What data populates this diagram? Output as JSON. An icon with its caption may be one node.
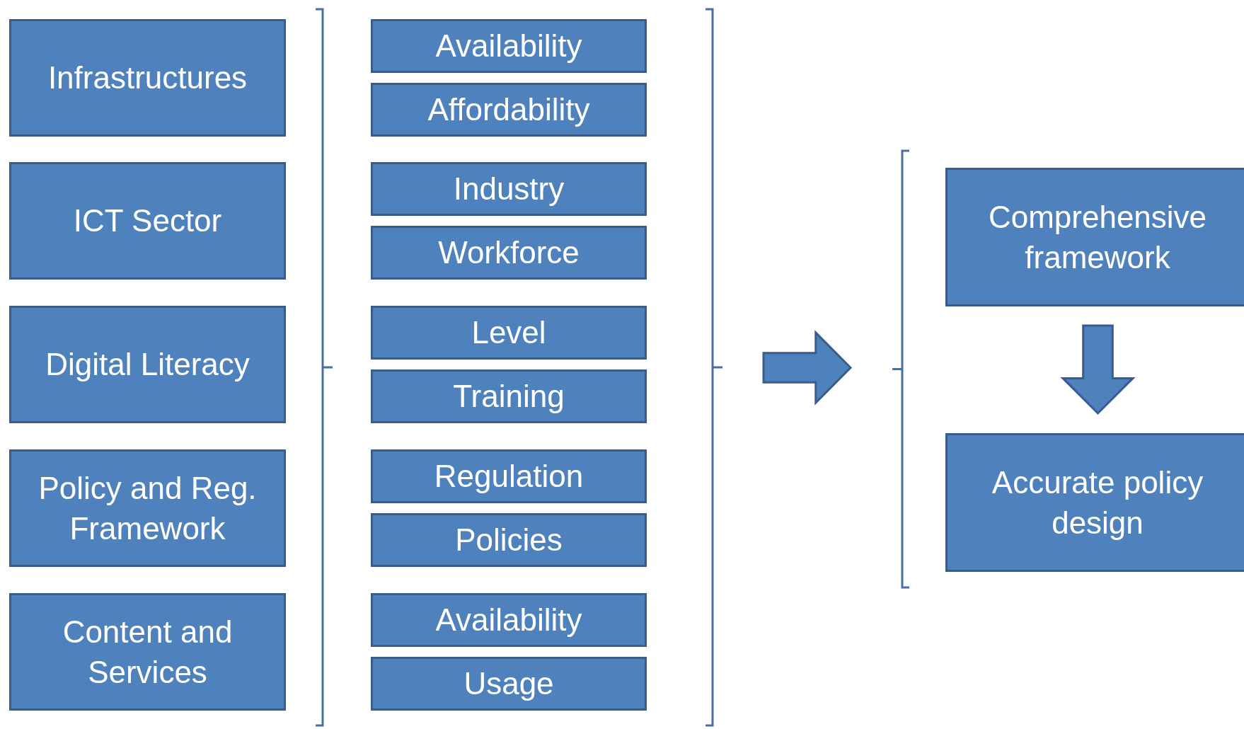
{
  "diagram": {
    "nodes": [
      {
        "text": [
          "Infrastructures"
        ]
      },
      {
        "text": [
          "ICT Sector"
        ]
      },
      {
        "text": [
          "Digital Literacy"
        ]
      },
      {
        "text": [
          "Policy and Reg. Framework"
        ]
      },
      {
        "text": [
          "Content and Services"
        ]
      },
      {
        "text": [
          "Availability"
        ]
      },
      {
        "text": [
          "Affordability"
        ]
      },
      {
        "text": [
          "Industry"
        ]
      },
      {
        "text": [
          "Workforce"
        ]
      },
      {
        "text": [
          "Level"
        ]
      },
      {
        "text": [
          "Training"
        ]
      },
      {
        "text": [
          "Regulation"
        ]
      },
      {
        "text": [
          "Policies"
        ]
      },
      {
        "text": [
          "Availability"
        ]
      },
      {
        "text": [
          "Usage"
        ]
      },
      {
        "text": [
          "Comprehensive framework"
        ]
      },
      {
        "text": [
          "Accurate policy design"
        ]
      },
      {
        "text": [],
        "shape": "bracket"
      },
      {
        "text": [],
        "shape": "bracket"
      },
      {
        "text": [],
        "shape": "bracket"
      }
    ],
    "edges": [
      {
        "from": 18,
        "to": 19,
        "arrow": "to"
      },
      {
        "from": 15,
        "to": 16,
        "arrow": "to"
      }
    ]
  }
}
